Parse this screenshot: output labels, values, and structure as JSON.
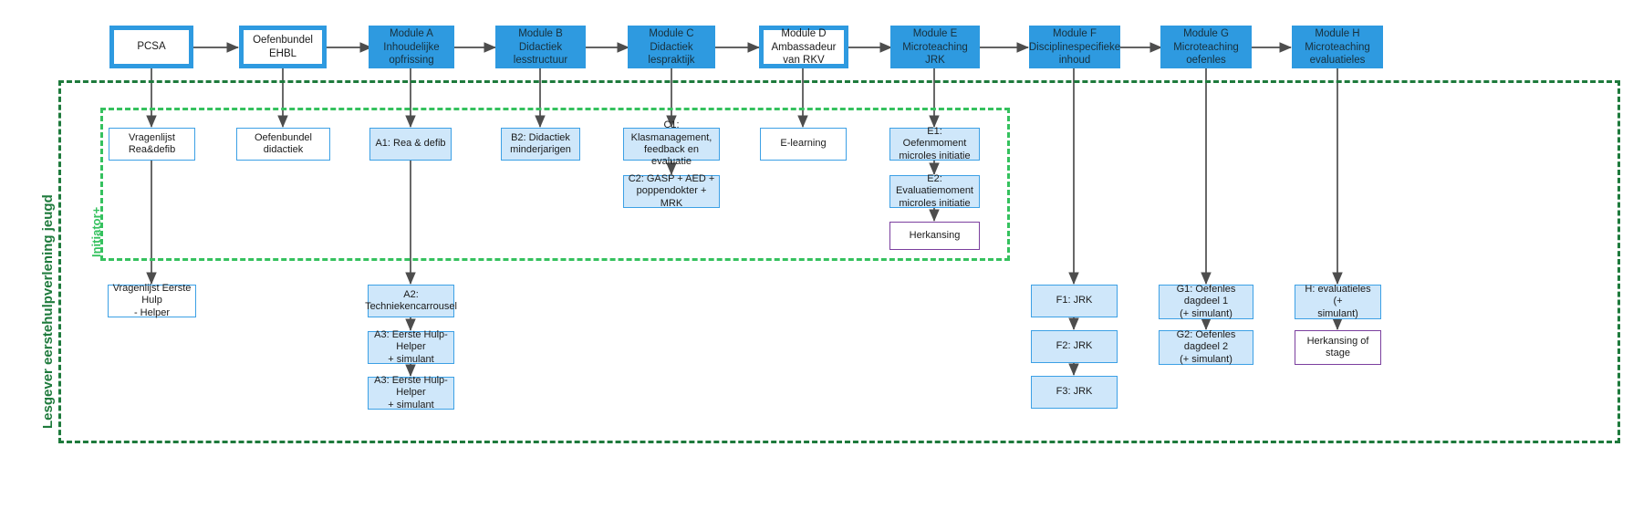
{
  "diagram": {
    "title_outer": "Lesgever eerstehulpverlening jeugd",
    "title_inner": "Initiator+",
    "colors": {
      "module_fill": "#2e9ae0",
      "module_border": "#2e9ae0",
      "sub_fill": "#cfe7fa",
      "sub_border": "#3ca0e5",
      "retake_border": "#7b3f9e",
      "group_outer": "#1e7a3c",
      "group_inner": "#35c15e",
      "arrow": "#4d4d4d"
    }
  },
  "modules": [
    {
      "id": "pcsa",
      "label": "PCSA",
      "style": "outline"
    },
    {
      "id": "oeb-ehbl",
      "label": "Oefenbundel EHBL",
      "style": "outline"
    },
    {
      "id": "mod-a",
      "label": "Module A\nInhoudelijke opfrissing",
      "style": "filled"
    },
    {
      "id": "mod-b",
      "label": "Module B\nDidactiek lesstructuur",
      "style": "filled"
    },
    {
      "id": "mod-c",
      "label": "Module C\nDidactiek lespraktijk",
      "style": "filled"
    },
    {
      "id": "mod-d",
      "label": "Module D\nAmbassadeur van RKV",
      "style": "outline"
    },
    {
      "id": "mod-e",
      "label": "Module E\nMicroteaching JRK",
      "style": "filled"
    },
    {
      "id": "mod-f",
      "label": "Module F\nDisciplinespecifieke\ninhoud",
      "style": "filled"
    },
    {
      "id": "mod-g",
      "label": "Module G\nMicroteaching\noefenles",
      "style": "filled"
    },
    {
      "id": "mod-h",
      "label": "Module H\nMicroteaching\nevaluatieles",
      "style": "filled"
    }
  ],
  "subnodes": [
    {
      "id": "vrag-rea",
      "label": "Vragenlijst Rea&defib",
      "style": "sub-outline"
    },
    {
      "id": "oeb-did",
      "label": "Oefenbundel didactiek",
      "style": "sub-outline"
    },
    {
      "id": "a1",
      "label": "A1: Rea & defib",
      "style": "sub-filled"
    },
    {
      "id": "b2",
      "label": "B2: Didactiek\nminderjarigen",
      "style": "sub-filled"
    },
    {
      "id": "c1",
      "label": "C1: Klasmanagement,\nfeedback en evaluatie",
      "style": "sub-filled"
    },
    {
      "id": "c2",
      "label": "C2: GASP + AED +\npoppendokter + MRK",
      "style": "sub-filled"
    },
    {
      "id": "elearning",
      "label": "E-learning",
      "style": "sub-outline"
    },
    {
      "id": "e1",
      "label": "E1: Oefenmoment\nmicroles initiatie",
      "style": "sub-filled"
    },
    {
      "id": "e2",
      "label": "E2: Evaluatiemoment\nmicroles initiatie",
      "style": "sub-filled"
    },
    {
      "id": "herk-e",
      "label": "Herkansing",
      "style": "retake"
    },
    {
      "id": "vrag-eh",
      "label": "Vragenlijst Eerste Hulp\n- Helper",
      "style": "sub-outline"
    },
    {
      "id": "a2",
      "label": "A2:\nTechniekencarrousel",
      "style": "sub-filled"
    },
    {
      "id": "a3a",
      "label": "A3: Eerste Hulp-Helper\n+ simulant",
      "style": "sub-filled"
    },
    {
      "id": "a3b",
      "label": "A3: Eerste Hulp-Helper\n+ simulant",
      "style": "sub-filled"
    },
    {
      "id": "f1",
      "label": "F1: JRK",
      "style": "sub-filled"
    },
    {
      "id": "f2",
      "label": "F2: JRK",
      "style": "sub-filled"
    },
    {
      "id": "f3",
      "label": "F3: JRK",
      "style": "sub-filled"
    },
    {
      "id": "g1",
      "label": "G1: Oefenles dagdeel 1\n(+ simulant)",
      "style": "sub-filled"
    },
    {
      "id": "g2",
      "label": "G2: Oefenles dagdeel 2\n(+ simulant)",
      "style": "sub-filled"
    },
    {
      "id": "h1",
      "label": "H: evaluatieles (+\nsimulant)",
      "style": "sub-filled"
    },
    {
      "id": "herk-h",
      "label": "Herkansing of stage",
      "style": "retake"
    }
  ],
  "flow_sequence": [
    "PCSA",
    "Oefenbundel EHBL",
    "Module A",
    "Module B",
    "Module C",
    "Module D",
    "Module E",
    "Module F",
    "Module G",
    "Module H"
  ],
  "branches": {
    "PCSA": [
      "Vragenlijst Rea&defib",
      "Vragenlijst Eerste Hulp - Helper"
    ],
    "Oefenbundel EHBL": [
      "Oefenbundel didactiek"
    ],
    "Module A": [
      "A1: Rea & defib",
      "A2: Techniekencarrousel",
      "A3: Eerste Hulp-Helper + simulant",
      "A3: Eerste Hulp-Helper + simulant"
    ],
    "Module B": [
      "B2: Didactiek minderjarigen"
    ],
    "Module C": [
      "C1: Klasmanagement, feedback en evaluatie",
      "C2: GASP + AED + poppendokter + MRK"
    ],
    "Module D": [
      "E-learning"
    ],
    "Module E": [
      "E1: Oefenmoment microles initiatie",
      "E2: Evaluatiemoment microles initiatie",
      "Herkansing"
    ],
    "Module F": [
      "F1: JRK",
      "F2: JRK",
      "F3: JRK"
    ],
    "Module G": [
      "G1: Oefenles dagdeel 1 (+ simulant)",
      "G2: Oefenles dagdeel 2 (+ simulant)"
    ],
    "Module H": [
      "H: evaluatieles (+ simulant)",
      "Herkansing of stage"
    ]
  }
}
